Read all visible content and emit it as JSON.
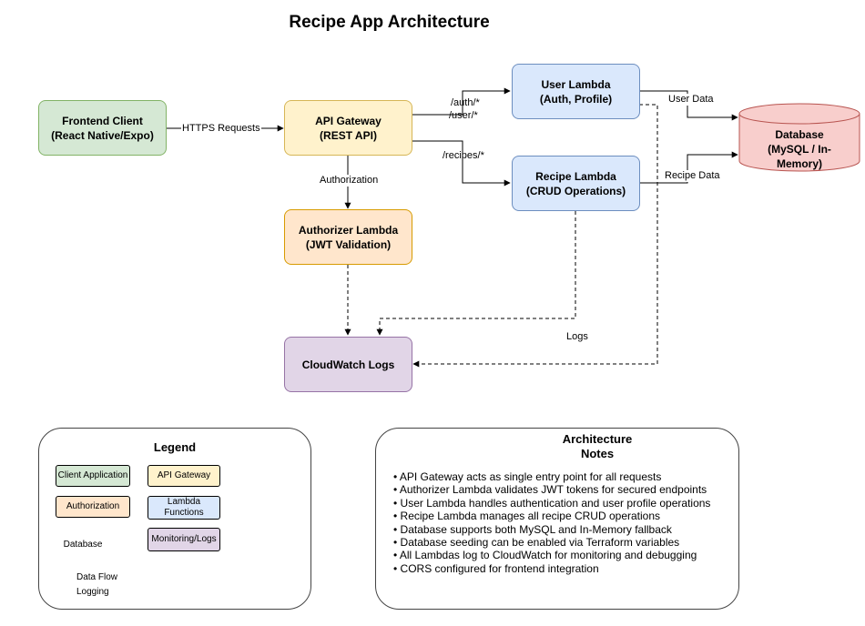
{
  "title": "Recipe App Architecture",
  "nodes": {
    "frontend": "Frontend Client\n(React Native/Expo)",
    "gateway": "API Gateway\n(REST API)",
    "authorizer": "Authorizer Lambda\n(JWT Validation)",
    "user_lambda": "User Lambda\n(Auth, Profile)",
    "recipe_lambda": "Recipe Lambda\n(CRUD Operations)",
    "database": "Database\n(MySQL / In-\nMemory)",
    "cloudwatch": "CloudWatch Logs"
  },
  "edges": {
    "https": "HTTPS Requests",
    "auth_path": "/auth/*",
    "user_path": "/user/*",
    "recipes_path": "/recipes/*",
    "authorization": "Authorization",
    "user_data": "User Data",
    "recipe_data": "Recipe Data",
    "logs": "Logs"
  },
  "legend": {
    "title": "Legend",
    "items": {
      "client": "Client Application",
      "gateway": "API Gateway",
      "authorization": "Authorization",
      "lambda": "Lambda\nFunctions",
      "database": "Database",
      "monitoring": "Monitoring/Logs"
    },
    "data_flow": "Data Flow",
    "logging": "Logging"
  },
  "notes": {
    "title": "Architecture\nNotes",
    "items": [
      "• API Gateway acts as single entry point for all requests",
      "• Authorizer Lambda validates JWT tokens for secured endpoints",
      "• User Lambda handles authentication and user profile operations",
      "• Recipe Lambda manages all recipe CRUD operations",
      "• Database supports both MySQL and In-Memory fallback",
      "• Database seeding can be enabled via Terraform variables",
      "• All Lambdas log to CloudWatch for monitoring and debugging",
      "• CORS configured for frontend integration"
    ]
  },
  "colors": {
    "client": "#d5e8d4",
    "gateway": "#fff2cc",
    "authorization": "#ffe6cc",
    "lambda": "#dae8fc",
    "database": "#f8cecc",
    "monitoring": "#e1d5e7"
  }
}
